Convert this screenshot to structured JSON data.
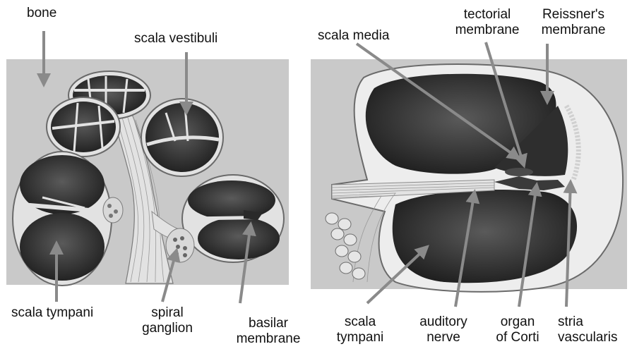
{
  "diagram": {
    "labels": {
      "bone": "bone",
      "scala_vestibuli": "scala vestibuli",
      "scala_tympani_left": "scala tympani",
      "spiral_ganglion": [
        "spiral",
        "ganglion"
      ],
      "basilar_membrane": [
        "basilar",
        "membrane"
      ],
      "scala_media": "scala media",
      "tectorial_membrane": [
        "tectorial",
        "membrane"
      ],
      "reissners_membrane": [
        "Reissner's",
        "membrane"
      ],
      "scala_tympani_right": [
        "scala",
        "tympani"
      ],
      "auditory_nerve": [
        "auditory",
        "nerve"
      ],
      "organ_of_corti": [
        "organ",
        "of Corti"
      ],
      "stria_vascularis": [
        "stria",
        "vascularis"
      ]
    },
    "colors": {
      "background_panel": "#c9c9c9",
      "chamber_dark": "#2c2c2c",
      "tissue_light": "#e2e2e2",
      "pointer_arrow": "#8a8a8a",
      "text": "#111111"
    }
  }
}
